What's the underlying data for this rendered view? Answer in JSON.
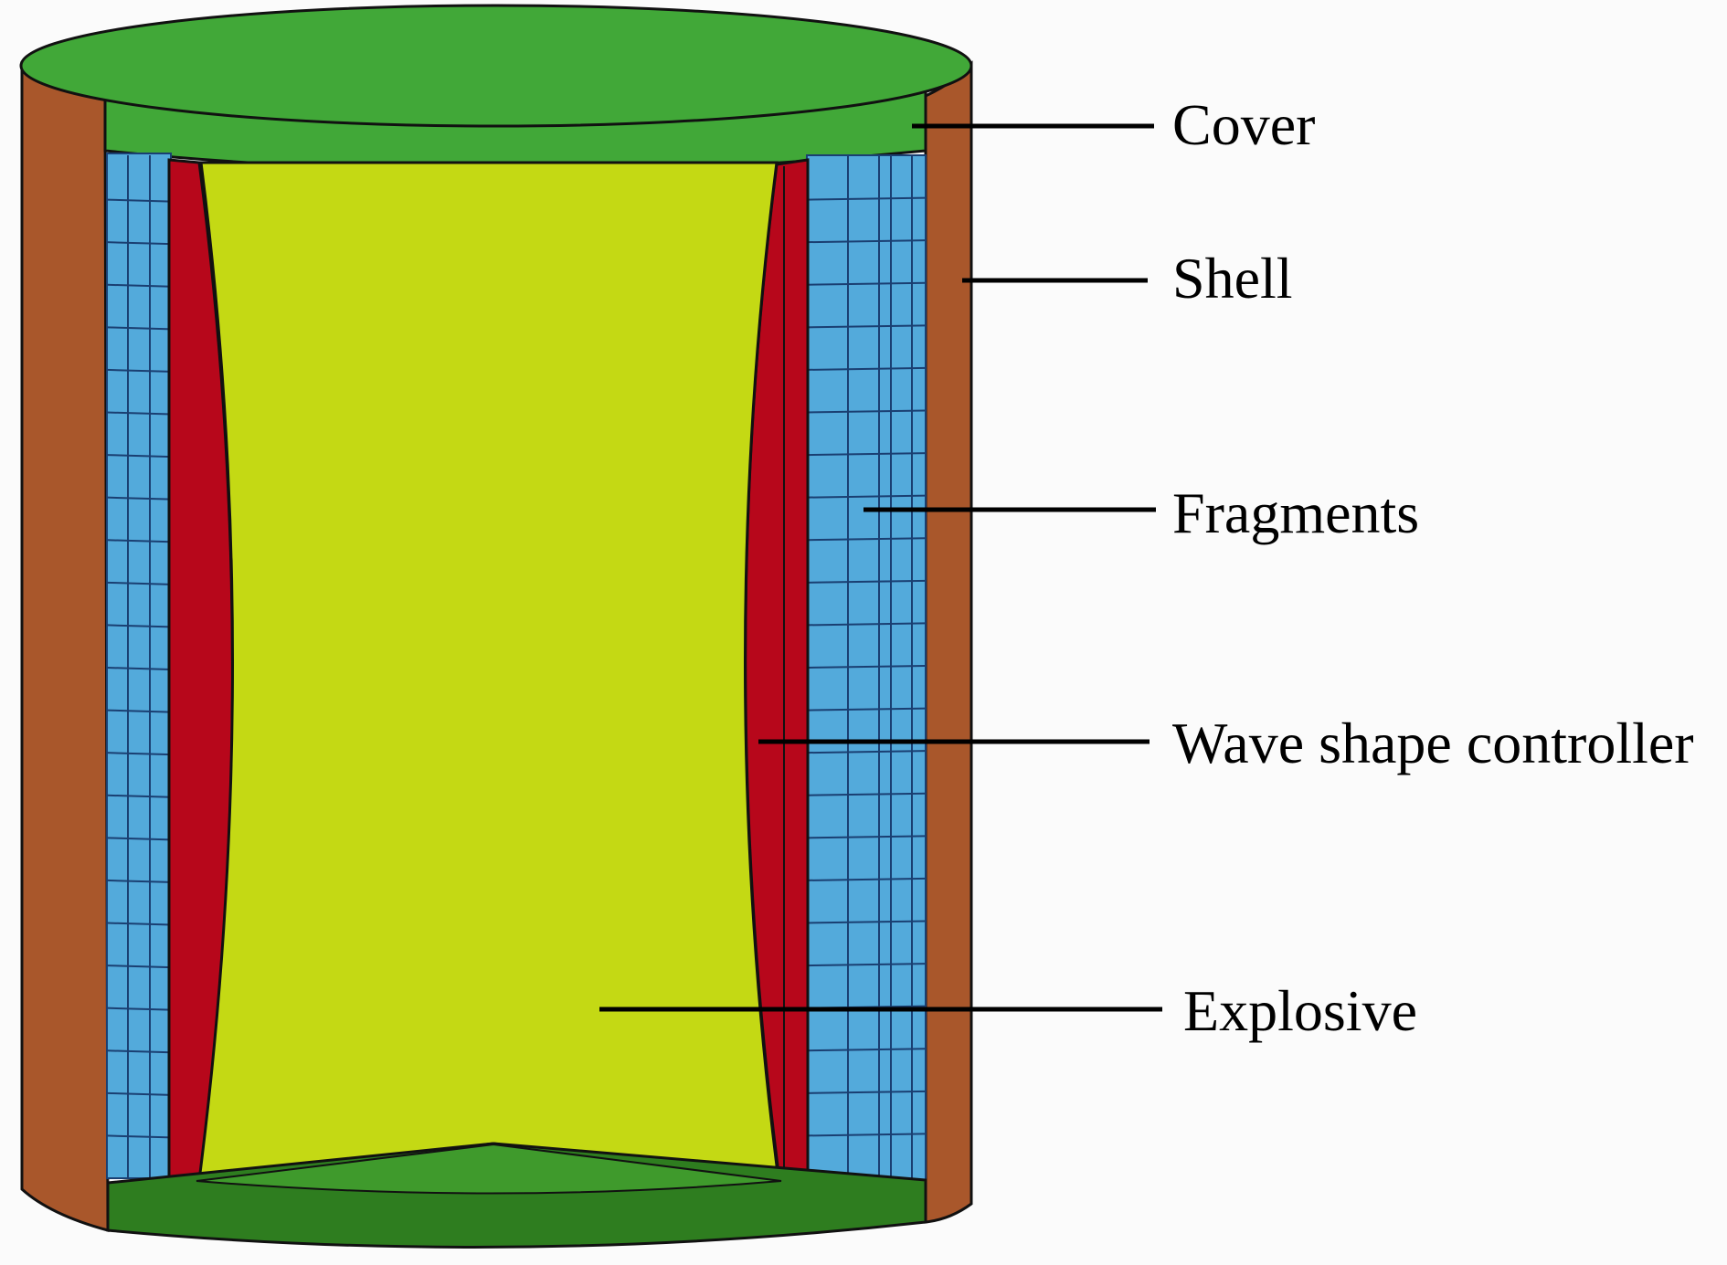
{
  "labels": {
    "cover": "Cover",
    "shell": "Shell",
    "fragments": "Fragments",
    "wave_shape_controller": "Wave shape controller",
    "explosive": "Explosive"
  },
  "colors": {
    "background": "#fbfbfb",
    "shell": "#a9572b",
    "cover_top": "#41a838",
    "cover_bottom": "#2e7d1f",
    "fragments": "#53aadb",
    "fragment_grid": "#1a3f72",
    "wave_shape_controller": "#b7071b",
    "explosive": "#c4d914",
    "outline": "#111111"
  }
}
